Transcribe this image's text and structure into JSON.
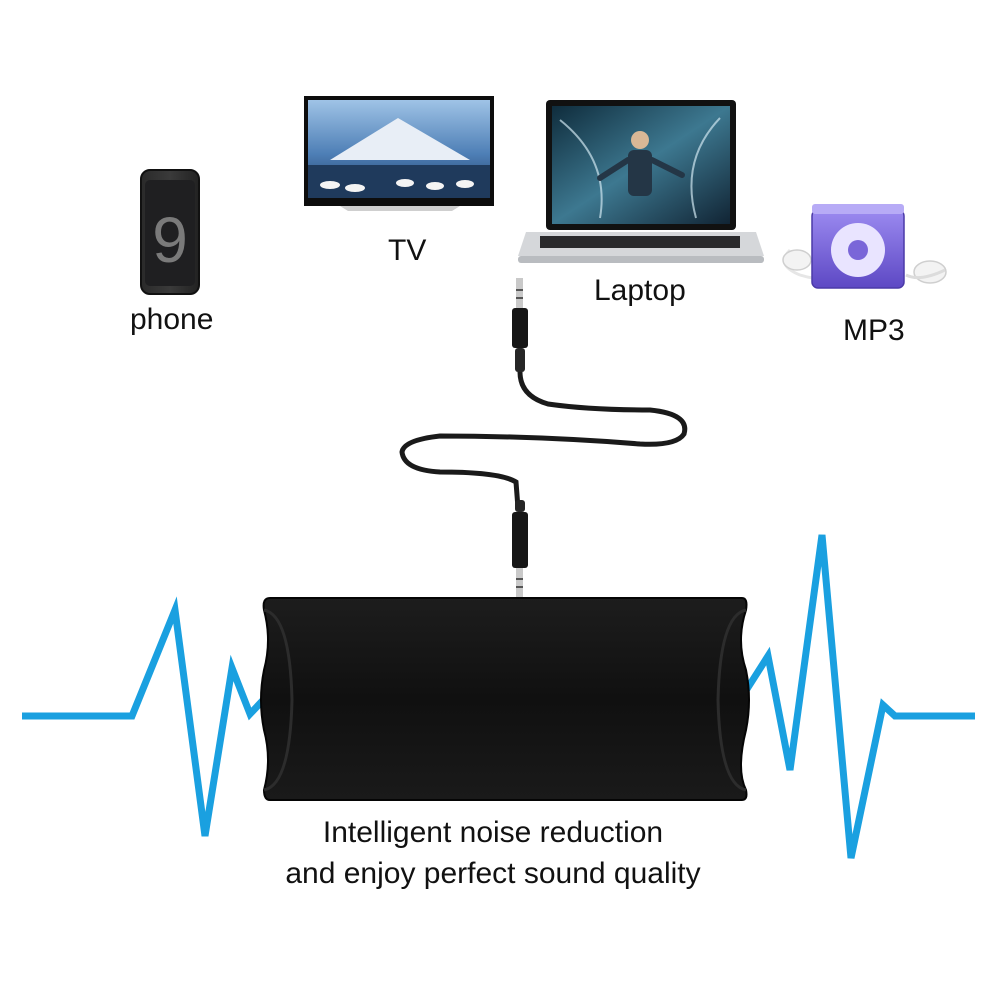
{
  "devices": {
    "phone": {
      "label": "phone",
      "icon": "smartphone-icon",
      "screen_digit": "9"
    },
    "tv": {
      "label": "TV",
      "icon": "tv-icon"
    },
    "laptop": {
      "label": "Laptop",
      "icon": "laptop-icon"
    },
    "mp3": {
      "label": "MP3",
      "icon": "mp3-player-icon"
    }
  },
  "caption": {
    "line1": "Intelligent noise reduction",
    "line2": "and enjoy perfect sound quality"
  },
  "colors": {
    "wave": "#1aa0e0",
    "device_body": "#141414",
    "cable": "#1a1a1a",
    "mp3_purple": "#7a66d8",
    "text": "#111111",
    "background": "#ffffff"
  }
}
